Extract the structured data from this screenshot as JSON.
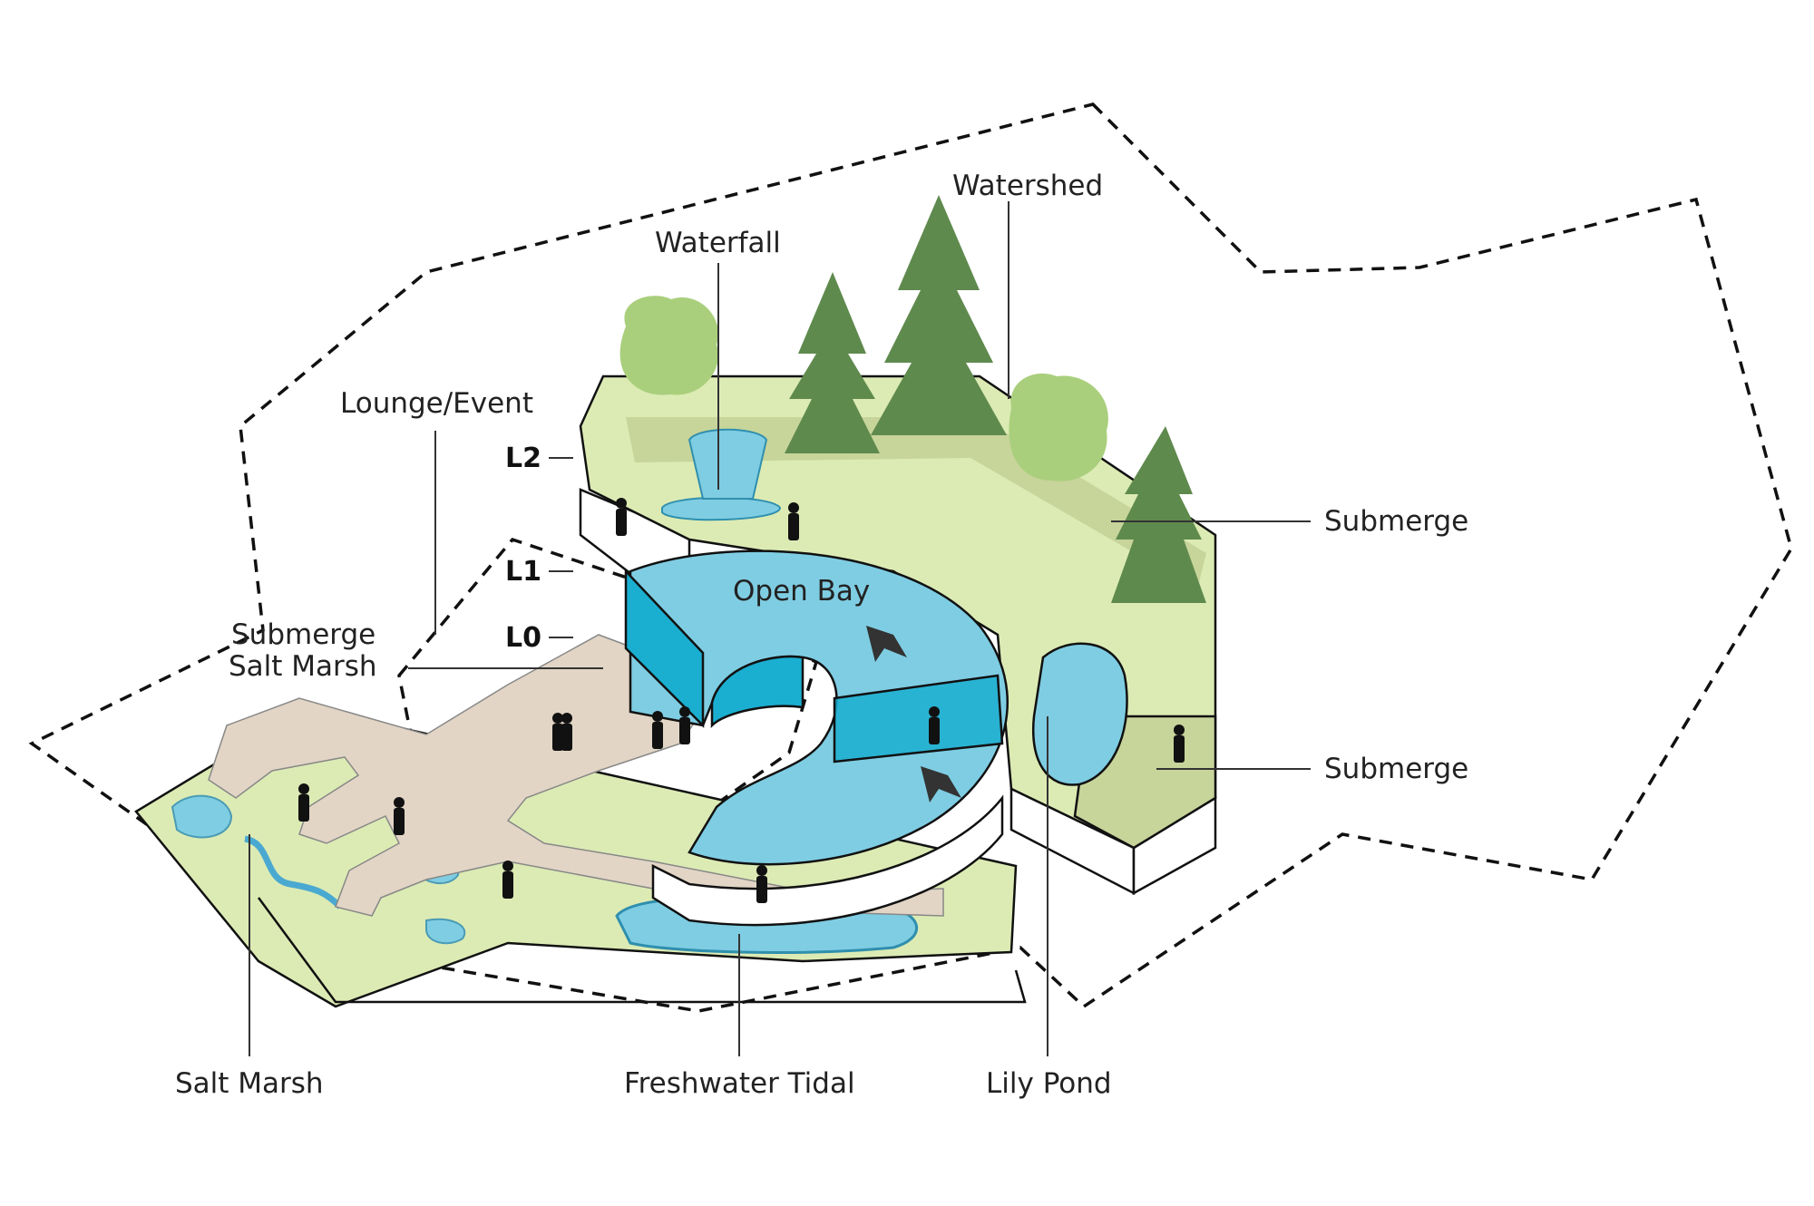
{
  "labels": {
    "watershed": "Watershed",
    "waterfall": "Waterfall",
    "lounge_event": "Lounge/Event",
    "submerge_right_upper": "Submerge",
    "submerge_right_lower": "Submerge",
    "submerge_salt_marsh_line1": "Submerge",
    "submerge_salt_marsh_line2": "Salt Marsh",
    "open_bay": "Open Bay",
    "salt_marsh": "Salt Marsh",
    "freshwater_tidal": "Freshwater Tidal",
    "lily_pond": "Lily Pond"
  },
  "levels": {
    "l2": "L2",
    "l1": "L1",
    "l0": "L0"
  },
  "colors": {
    "water": "#7fcde3",
    "water_dark": "#1aaed0",
    "grass_light": "#dcebb4",
    "grass_dark": "#c7d49a",
    "path": "#e2d5c5",
    "tree_conifer": "#5f8a4e",
    "tree_deciduous": "#a9cf7c",
    "trunk": "#8b8f7a",
    "people": "#111111",
    "outline": "#111111"
  }
}
